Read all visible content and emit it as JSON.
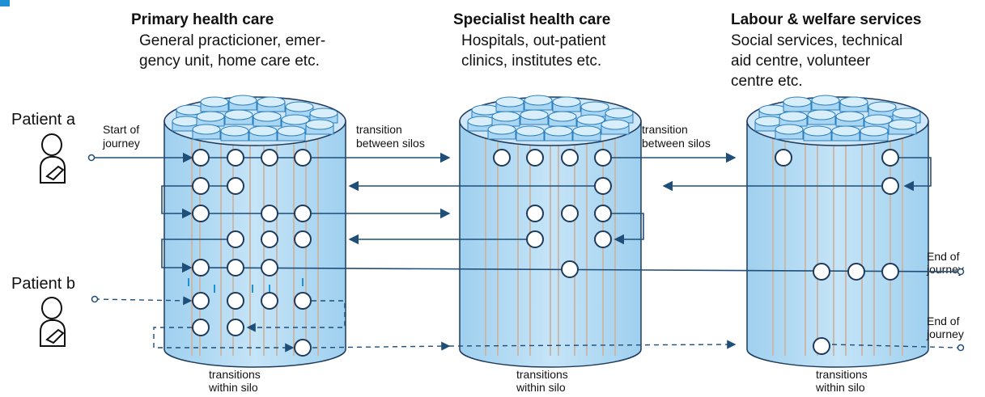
{
  "silos": [
    {
      "title": "Primary health care",
      "description_lines": [
        "General practicioner, emer-",
        "gency unit, home care etc."
      ],
      "bottom_label": [
        "transitions",
        "within silo"
      ]
    },
    {
      "title": "Specialist health care",
      "description_lines": [
        "Hospitals, out-patient",
        "clinics, institutes etc."
      ],
      "bottom_label": [
        "transitions",
        "within silo"
      ]
    },
    {
      "title": "Labour & welfare services",
      "description_lines": [
        "Social services, technical",
        "aid centre, volunteer",
        "centre etc."
      ],
      "bottom_label": [
        "transitions",
        "within silo"
      ]
    }
  ],
  "patients": [
    {
      "label": "Patient a",
      "start_label": [
        "Start of",
        "journey"
      ],
      "end_label": [
        "End of",
        "journey"
      ]
    },
    {
      "label": "Patient b",
      "end_label": [
        "End of",
        "journey"
      ]
    }
  ],
  "between_labels": [
    [
      "transition",
      "between silos"
    ],
    [
      "transition",
      "between silos"
    ]
  ],
  "colors": {
    "tube_fill": "#b9dcf3",
    "tube_top": "#cfe7f8",
    "flow": "#1f4e79",
    "node_stroke": "#1f3a5a",
    "icon_accent": "#1e90d6"
  },
  "icons": [
    "person-icon",
    "bandaged-arm-icon"
  ]
}
